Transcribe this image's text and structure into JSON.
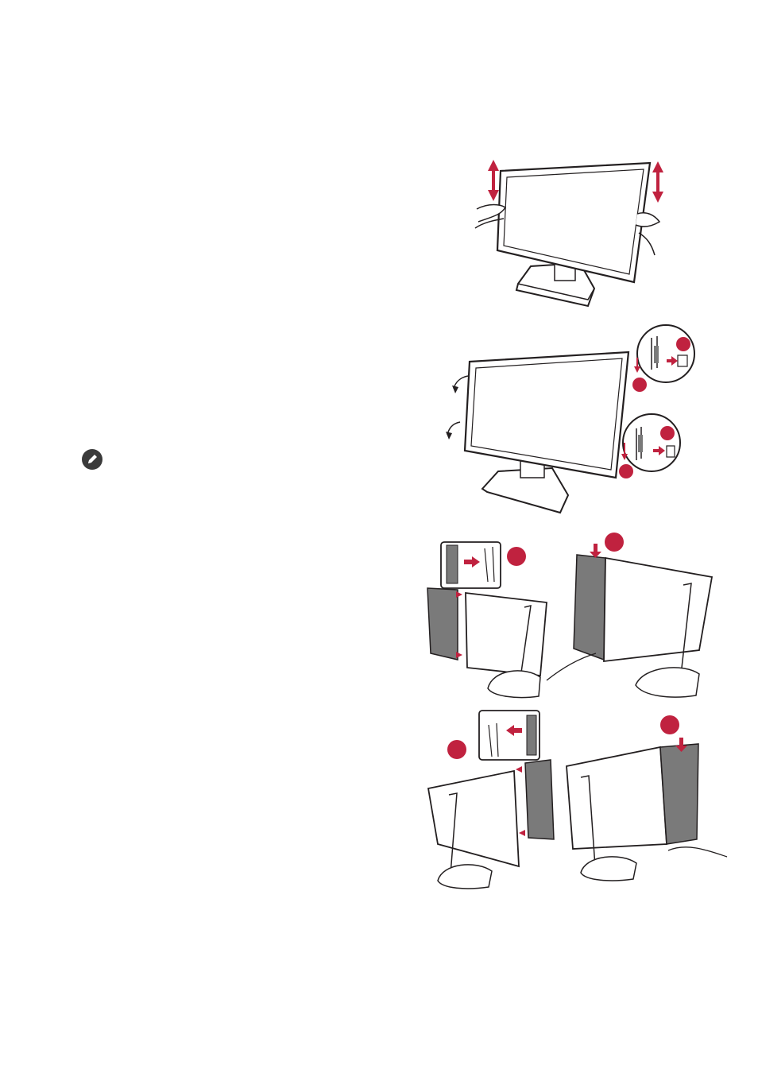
{
  "page": {
    "background": "#ffffff"
  },
  "colors": {
    "accent": "#c0223f",
    "line": "#231f20",
    "panel": "#7a7a7a",
    "note_icon_bg": "#3a3a3a"
  },
  "icons": {
    "note": "pencil-icon"
  },
  "figures": [
    {
      "name": "lift-monitor-illustration"
    },
    {
      "name": "attach-hood-clips-illustration"
    },
    {
      "name": "attach-left-side-panel-illustration"
    },
    {
      "name": "attach-right-side-panel-illustration"
    }
  ]
}
